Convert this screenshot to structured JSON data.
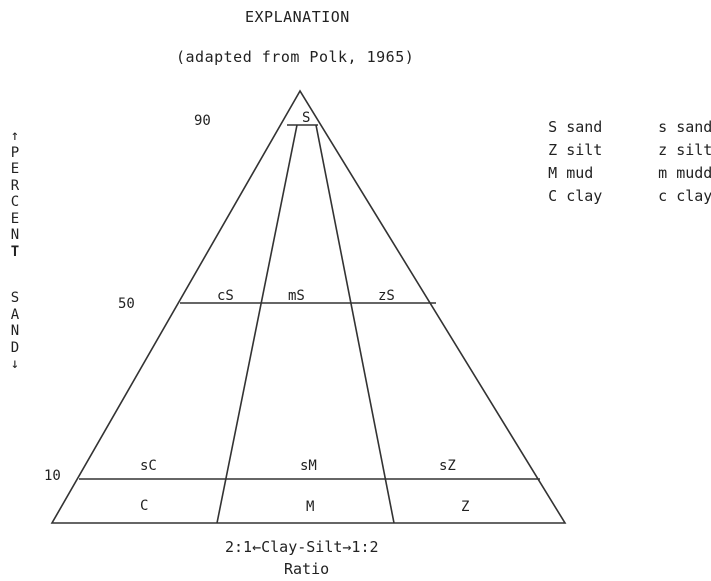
{
  "header": {
    "title": "EXPLANATION",
    "subtitle": "(adapted from Polk, 1965)"
  },
  "legend": {
    "rows": [
      {
        "code": "S",
        "name": "sand",
        "mod": "s",
        "mod_name": "sand"
      },
      {
        "code": "Z",
        "name": "silt",
        "mod": "z",
        "mod_name": "silty"
      },
      {
        "code": "M",
        "name": "mud",
        "mod": "m",
        "mod_name": "muddy"
      },
      {
        "code": "C",
        "name": "clay",
        "mod": "c",
        "mod_name": "clayey"
      }
    ]
  },
  "y_axis": {
    "arrow_up": "↑",
    "word1": [
      "P",
      "E",
      "R",
      "C",
      "E",
      "N",
      "T"
    ],
    "word2": [
      "S",
      "A",
      "N",
      "D"
    ],
    "arrow_down": "↓",
    "ticks": [
      "90",
      "50",
      "10"
    ]
  },
  "regions": {
    "top": "S",
    "row50": [
      "cS",
      "mS",
      "zS"
    ],
    "row10": [
      "sC",
      "sM",
      "sZ"
    ],
    "bottom": [
      "C",
      "M",
      "Z"
    ]
  },
  "x_axis": {
    "ratio_line": "2:1←Clay-Silt→1:2",
    "ratio_word": "Ratio"
  }
}
